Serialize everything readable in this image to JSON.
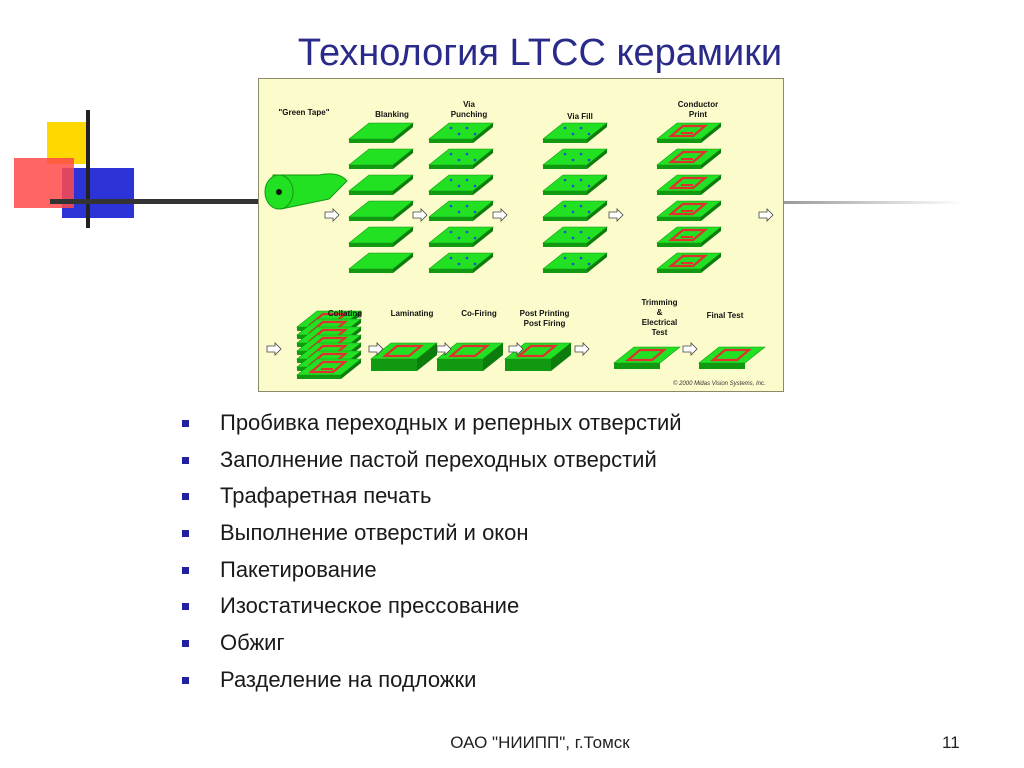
{
  "title": "Технология LTCC керамики",
  "diagram": {
    "steps_top": [
      {
        "id": "green-tape",
        "label": "\"Green Tape\""
      },
      {
        "id": "blanking",
        "label": "Blanking"
      },
      {
        "id": "via-punching",
        "label": "Via\nPunching"
      },
      {
        "id": "via-fill",
        "label": "Via Fill"
      },
      {
        "id": "conductor-print",
        "label": "Conductor\nPrint"
      }
    ],
    "steps_bottom": [
      {
        "id": "collating",
        "label": "Collating"
      },
      {
        "id": "laminating",
        "label": "Laminating"
      },
      {
        "id": "co-firing",
        "label": "Co-Firing"
      },
      {
        "id": "post-printing",
        "label": "Post Printing\nPost Firing"
      },
      {
        "id": "trimming",
        "label": "Trimming\n&\nElectrical\nTest"
      },
      {
        "id": "final-test",
        "label": "Final Test"
      }
    ],
    "copyright": "© 2000 Midas Vision Systems, Inc.",
    "colors": {
      "panel_bg": "#fbfbcb",
      "tape": "#22e022",
      "tape_dark": "#119911",
      "conductor": "#e03030",
      "via": "#1a4ad8"
    }
  },
  "bullets": [
    "Пробивка переходных и реперных отверстий",
    "Заполнение пастой переходных отверстий",
    "Трафаретная печать",
    "Выполнение отверстий и окон",
    "Пакетирование",
    "Изостатическое прессование",
    "Обжиг",
    "Разделение на подложки"
  ],
  "footer": "ОАО \"НИИПП\", г.Томск",
  "page_number": "11"
}
